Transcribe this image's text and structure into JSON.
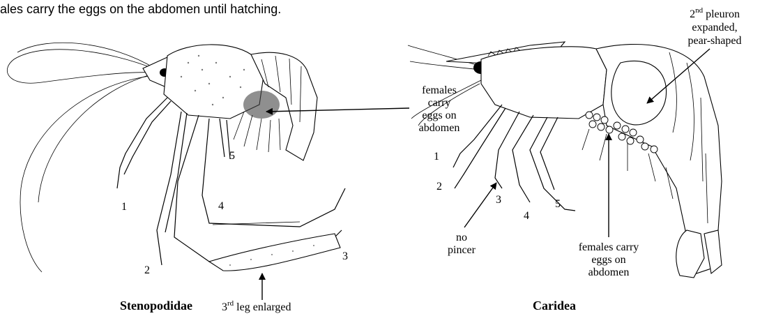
{
  "caption": "ales carry the eggs on the abdomen until hatching.",
  "left": {
    "title": "Stenopodidae",
    "enlarged_prefix": "3",
    "enlarged_sup": "rd",
    "enlarged_suffix": " leg enlarged",
    "eggs_label": [
      "females",
      "carry",
      "eggs on",
      "abdomen"
    ],
    "leg_numbers": [
      "1",
      "2",
      "3",
      "4",
      "5"
    ]
  },
  "right": {
    "title": "Caridea",
    "pleuron_prefix": "2",
    "pleuron_sup": "nd",
    "pleuron_suffix": " pleuron",
    "pleuron_lines": [
      "expanded,",
      "pear-shaped"
    ],
    "no_pincer": [
      "no",
      "pincer"
    ],
    "eggs_label": [
      "females carry",
      "eggs on",
      "abdomen"
    ],
    "leg_numbers": [
      "1",
      "2",
      "3",
      "4",
      "5"
    ]
  }
}
